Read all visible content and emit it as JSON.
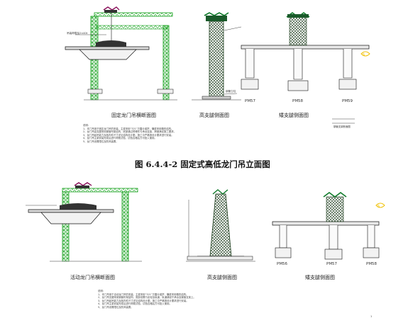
{
  "figure_title": "图 6.4.4-2  固定式高低龙门吊立面图",
  "top_views": {
    "left_caption": "固定龙门吊横断面图",
    "middle_caption": "高支腿侧面图",
    "right_caption": "矮支腿侧面图",
    "piers": [
      "PM57",
      "PM58",
      "PM59"
    ]
  },
  "bottom_views": {
    "left_caption": "活动龙门吊横断面图",
    "middle_caption": "高支腿侧面图",
    "right_caption": "矮支腿侧面图",
    "piers": [
      "PM56",
      "PM57",
      "PM58"
    ]
  },
  "notes_top": [
    "说明：",
    "1、本门吊用于固定龙门吊的安装，主梁采用“321”贝雷片组拼，横梁采用箱形结构。",
    "2、龙门吊高支腿采用钢管桁架结构，底部通过预埋件与承台连接，跨度满足施工要求。",
    "3、龙门吊起吊能力及各构件尺寸详见结构设计图，施工中严格按设计要求进行安装。",
    "4、龙门吊主梁安装完成后进行荷载试验，试验合格后方可投入使用。",
    "5、龙门吊设置限位及防风装置。"
  ],
  "notes_bottom": [
    "说明：",
    "1、本门吊用于活动龙门吊的安装，主梁采用“321”贝雷片组拼，横梁采用箱形结构。",
    "2、龙门吊支腿采用钢管桁架结构，底部设置行走轮及轨道，轨道铺设于承台及钢管支架上。",
    "3、龙门吊起吊能力及各构件尺寸详见结构设计图，施工中严格按设计要求进行安装。",
    "4、龙门吊主梁安装完成后进行荷载试验，试验合格后方可投入使用。",
    "5、龙门吊设置限位及防风装置。"
  ],
  "page_number": "1",
  "colors": {
    "truss": "#12a01a",
    "line": "#111111",
    "dim": "#d01010",
    "ground": "#777777",
    "accent": "#f0c000"
  }
}
